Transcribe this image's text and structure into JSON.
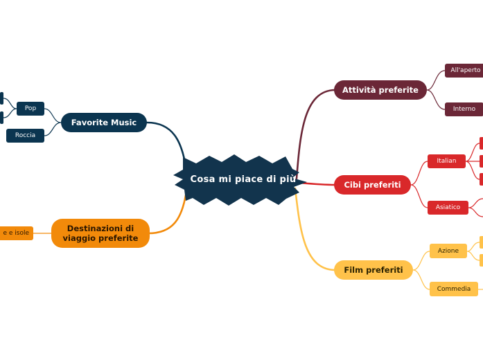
{
  "center": {
    "label": "Cosa mi piace di più",
    "color": "#12344d"
  },
  "branches": {
    "activities": {
      "label": "Attività preferite",
      "color": "#6b2737",
      "children": [
        {
          "label": "All'aperto"
        },
        {
          "label": "Interno"
        }
      ]
    },
    "food": {
      "label": "Cibi preferiti",
      "color": "#d9282a",
      "children": [
        {
          "label": "Italian"
        },
        {
          "label": "Asiatico"
        }
      ]
    },
    "films": {
      "label": "Film preferiti",
      "color": "#ffc24a",
      "children": [
        {
          "label": "Azione"
        },
        {
          "label": "Commedia"
        }
      ]
    },
    "music": {
      "label": "Favorite Music",
      "color": "#0b3550",
      "children": [
        {
          "label": "Pop"
        },
        {
          "label": "Roccia"
        }
      ]
    },
    "travel": {
      "label": "Destinazioni di viaggio preferite",
      "color": "#f28a0a",
      "children": [
        {
          "label": "e e isole"
        }
      ]
    }
  }
}
